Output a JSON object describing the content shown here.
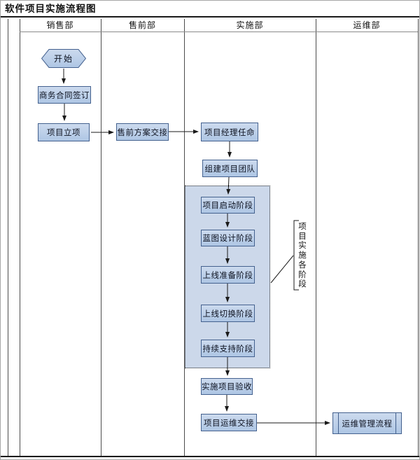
{
  "title": "软件项目实施流程图",
  "lanes": [
    {
      "label": "销售部"
    },
    {
      "label": "售前部"
    },
    {
      "label": "实施部"
    },
    {
      "label": "运维部"
    }
  ],
  "nodes": {
    "start": "开始",
    "contract_signing": "商务合同签订",
    "project_initiation": "项目立项",
    "presales_handover": "售前方案交接",
    "pm_appointment": "项目经理任命",
    "team_building": "组建项目团队",
    "stage_kickoff": "项目启动阶段",
    "stage_blueprint": "蓝图设计阶段",
    "stage_golive_prep": "上线准备阶段",
    "stage_golive_switch": "上线切换阶段",
    "stage_support": "持续支持阶段",
    "project_acceptance": "实施项目验收",
    "ops_handover": "项目运维交接",
    "ops_process": "运维管理流程",
    "bracket_label": "项目实施各阶段"
  },
  "colors": {
    "node_fill_top": "#ccdaee",
    "node_fill_bottom": "#aec6e4",
    "node_border": "#44618e",
    "stage_container_fill": "#ccd8ea",
    "connector": "#1a1a1a",
    "grid_line": "#4d4d4d"
  }
}
